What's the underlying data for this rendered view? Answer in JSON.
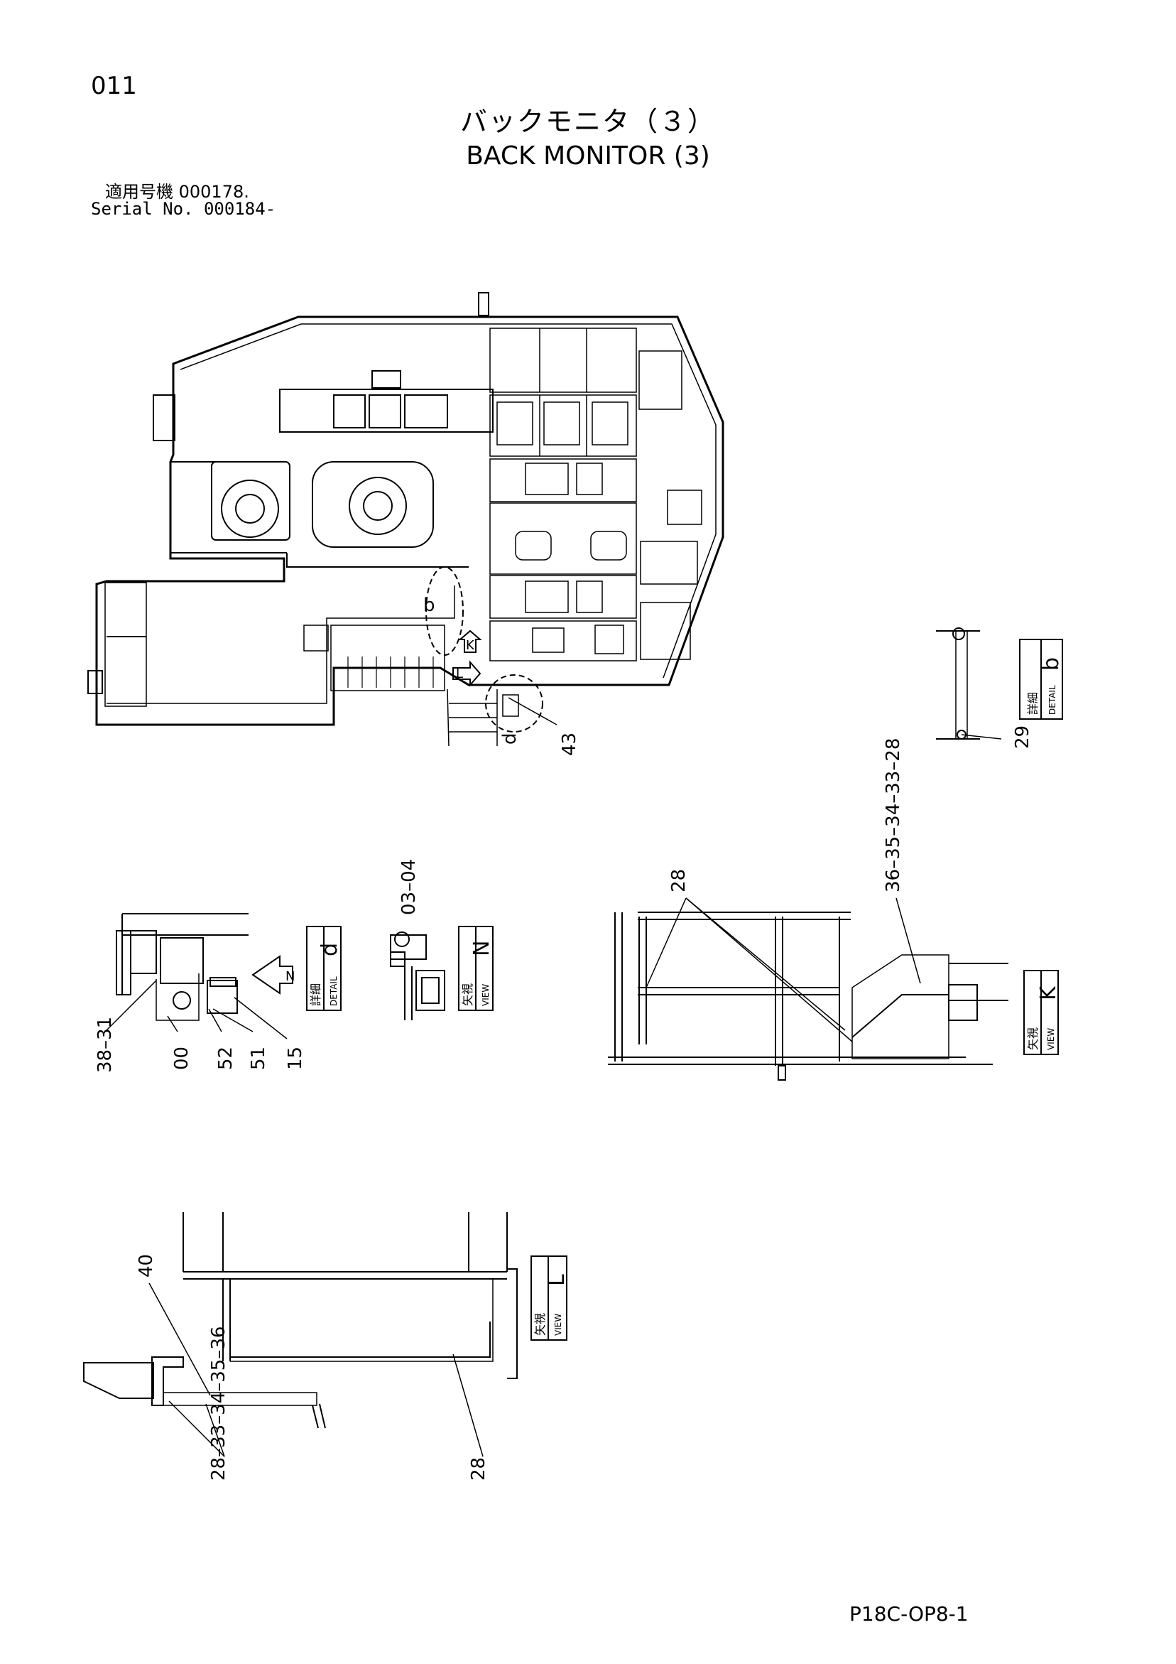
{
  "header": {
    "page_number": "011",
    "title_jp": "バックモニタ（３）",
    "title_en": "BACK MONITOR (3)",
    "serial_jp": "適用号機 000178.",
    "serial_en": "Serial No. 000184-"
  },
  "footer": {
    "code": "P18C-OP8-1"
  },
  "views": {
    "detail_b": {
      "jp": "詳細",
      "en": "DETAIL",
      "letter": "b"
    },
    "detail_d": {
      "jp": "詳細",
      "en": "DETAIL",
      "letter": "d"
    },
    "view_n": {
      "jp": "矢視",
      "en": "VIEW",
      "letter": "N"
    },
    "view_k": {
      "jp": "矢視",
      "en": "VIEW",
      "letter": "K"
    },
    "view_l": {
      "jp": "矢視",
      "en": "VIEW",
      "letter": "L"
    }
  },
  "main_labels": {
    "b": "b",
    "d": "d",
    "k": "K",
    "l": "L",
    "n": "N"
  },
  "callouts": {
    "main_43": "43",
    "detail_b_29": "29",
    "detail_d_38_31": "38–31",
    "detail_d_00": "00",
    "detail_d_52": "52",
    "detail_d_51": "51",
    "detail_d_15": "15",
    "view_n_03_04": "03–04",
    "view_k_28": "28",
    "view_k_36_28": "36–35–34–33–28",
    "view_l_40": "40",
    "view_l_28_36": "28–33–34–35–36",
    "view_l_28": "28"
  }
}
